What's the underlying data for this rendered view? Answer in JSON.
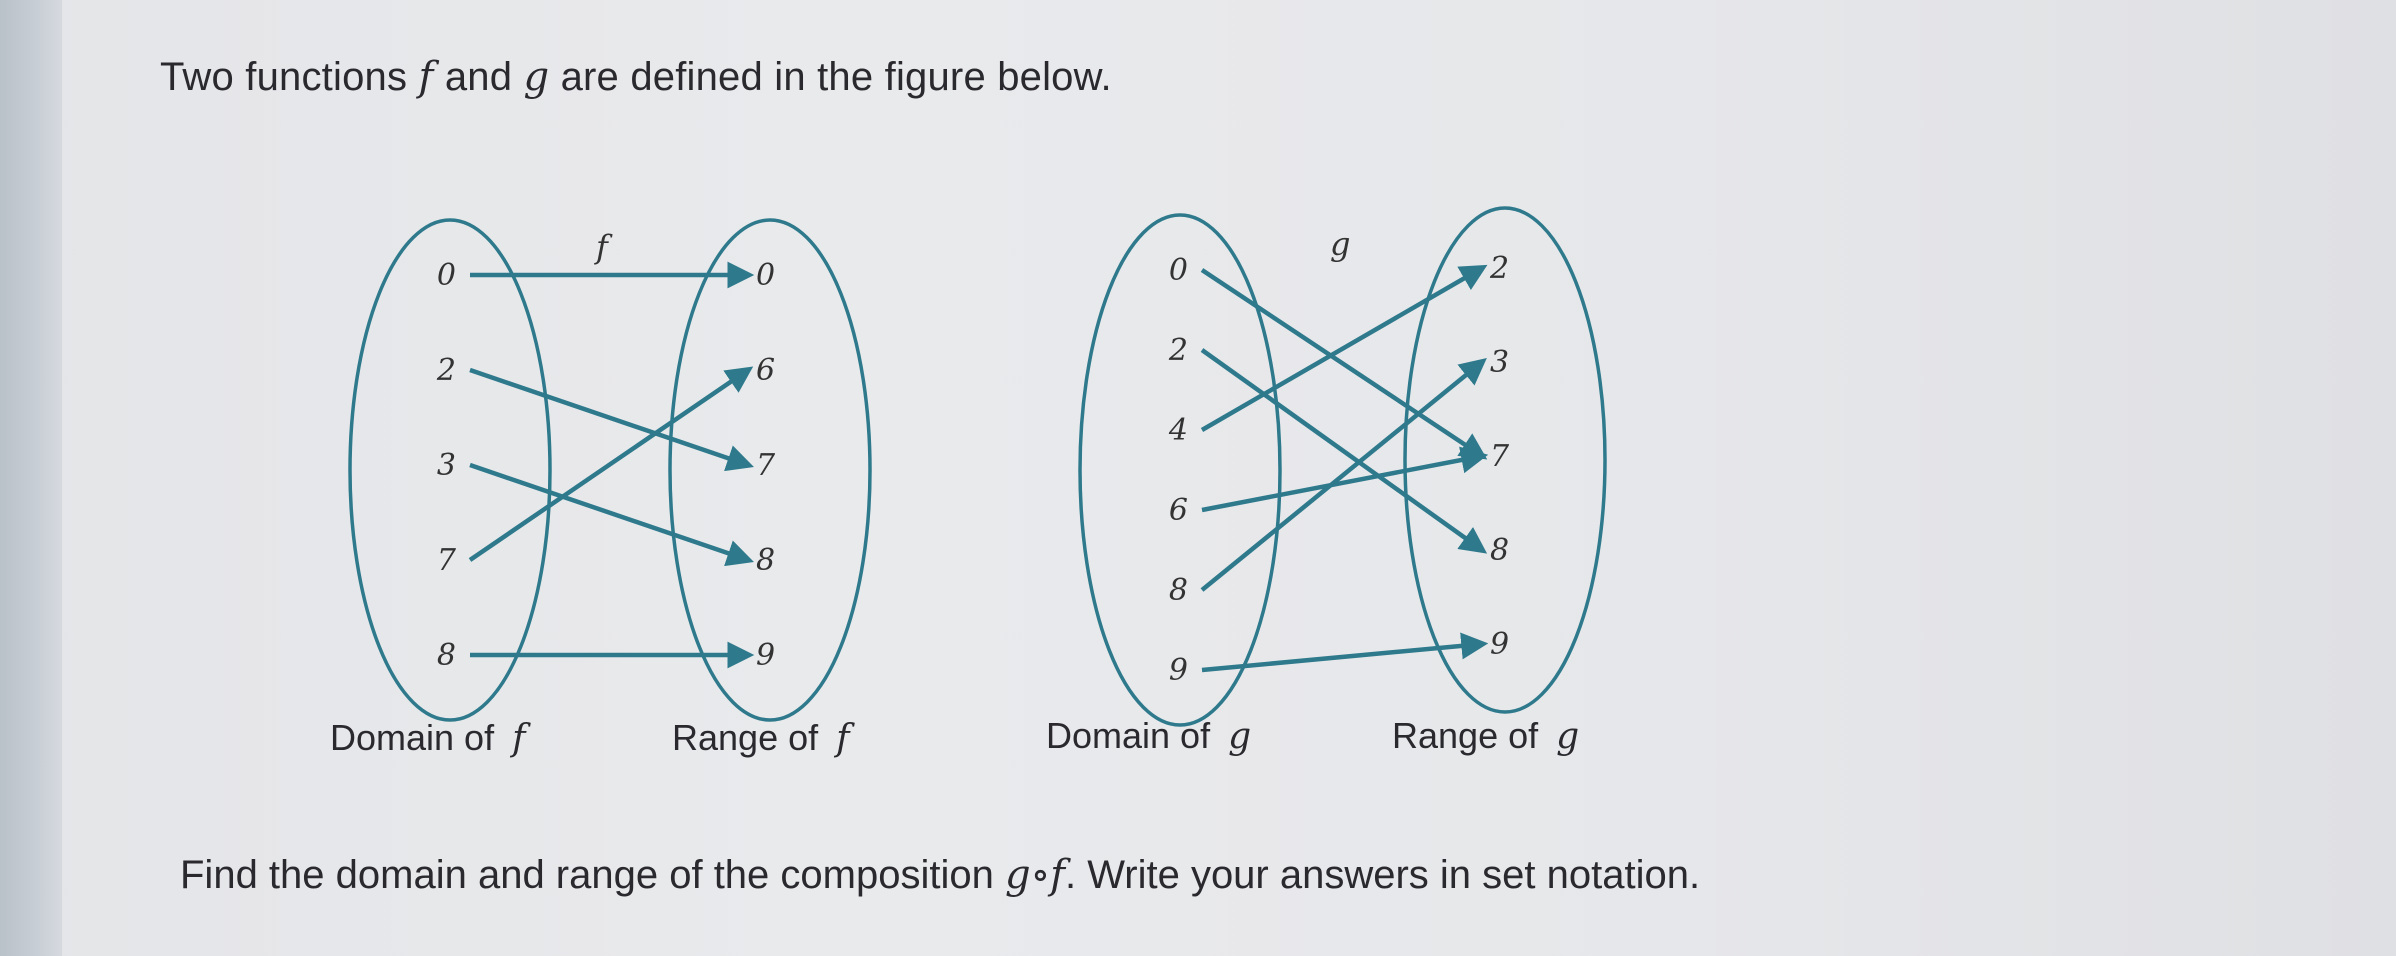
{
  "intro": {
    "before_f": "Two functions ",
    "f": "f",
    "middle": " and ",
    "g": "g",
    "after": " are defined in the figure below."
  },
  "question": {
    "before": "Find the domain and range of the composition ",
    "composition": "g∘f",
    "after": ". Write your answers in set notation."
  },
  "diagram_f": {
    "function_label": "f",
    "domain": [
      "0",
      "2",
      "3",
      "7",
      "8"
    ],
    "range": [
      "0",
      "6",
      "7",
      "8",
      "9"
    ],
    "mapping": [
      [
        "0",
        "0"
      ],
      [
        "2",
        "7"
      ],
      [
        "3",
        "8"
      ],
      [
        "7",
        "6"
      ],
      [
        "8",
        "9"
      ]
    ],
    "domain_caption": "Domain of",
    "domain_caption_var": "f",
    "range_caption": "Range of",
    "range_caption_var": "f"
  },
  "diagram_g": {
    "function_label": "g",
    "domain": [
      "0",
      "2",
      "4",
      "6",
      "8",
      "9"
    ],
    "range": [
      "2",
      "3",
      "7",
      "8",
      "9"
    ],
    "mapping": [
      [
        "0",
        "7"
      ],
      [
        "2",
        "8"
      ],
      [
        "4",
        "2"
      ],
      [
        "6",
        "7"
      ],
      [
        "8",
        "3"
      ],
      [
        "9",
        "9"
      ]
    ],
    "domain_caption": "Domain of",
    "domain_caption_var": "g",
    "range_caption": "Range of",
    "range_caption_var": "g"
  },
  "colors": {
    "arrow": "#2e7a8c",
    "oval": "#2e7a8c"
  }
}
